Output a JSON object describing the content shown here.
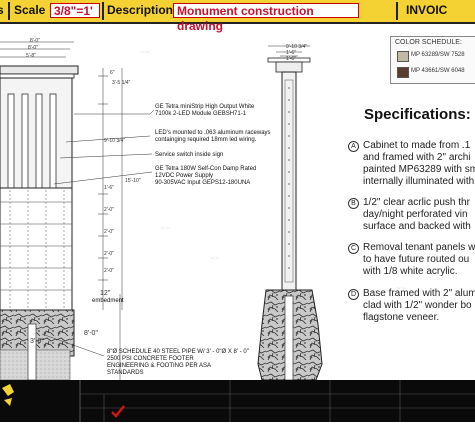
{
  "header": {
    "scale_label": "Scale",
    "scale_value": "3/8\"=1'",
    "description_label": "Description",
    "description_value": "Monument construction drawing",
    "invoice_label": "INVOIC"
  },
  "color_schedule": {
    "title": "COLOR SCHEDULE:",
    "items": [
      {
        "label": "MP 63289/SW 7528",
        "color": "#c2b8a6"
      },
      {
        "label": "MP 43661/SW 6048",
        "color": "#5a3d2e"
      }
    ]
  },
  "notes": {
    "led_module": "GE Tetra miniStrip High Output White",
    "led_module_2": "7100k 2-LED Module GEBSH71-1",
    "raceways": "LED's mounted to .063 aluminum raceways",
    "raceways_2": "containging required 18mm led wiring.",
    "service_switch": "Service switch inside sign",
    "power_supply": "GE Tetra 180W Self-Con Damp Rated",
    "power_supply_2": "12VDC Power Supply",
    "power_supply_3": "90-305VAC Input GEPS12-180UNA",
    "embedment": "embedment",
    "pipe": "8\"Ø SCHEDULE 40 STEEL PIPE W/ 3' - 0\"Ø X 8' - 0\"",
    "pipe_2": "2500 PSI CONCRETE FOOTER",
    "pipe_3": "ENGINEERING & FOOTING PER ASA",
    "pipe_4": "STANDARDS"
  },
  "dims": {
    "top1": "8'-0\"",
    "top2": "8'-0\"",
    "top3": "5'-8\"",
    "side_top": "6\"",
    "side_a": "3'-5 1/4\"",
    "side_b": "2'-0\"",
    "side_c": "2'-0\"",
    "side_d": "2'-0\"",
    "side_e": "2'-0\"",
    "overall": "15'-10\"",
    "emb": "12\"",
    "depth": "8'-0\"",
    "foot": "3'-0\"",
    "side_w1": "9'-10 3/4\"",
    "side_w2": "1'-6\"",
    "side_w3": "1'-6\""
  },
  "specs": {
    "title": "Specifications:",
    "items": [
      {
        "num": "A",
        "lines": [
          "Cabinet to made from .1",
          "and framed with 2\" archi",
          "painted MP63289 with sm",
          "internally illuminated with"
        ]
      },
      {
        "num": "B",
        "lines": [
          "1/2\" clear acrlic push thr",
          "day/night perforated vin",
          "surface and backed with"
        ]
      },
      {
        "num": "C",
        "lines": [
          "Removal tenant panels w",
          "to have future routed ou",
          "with 1/8 white acrylic."
        ]
      },
      {
        "num": "D",
        "lines": [
          "Base framed with 2\" alum",
          "clad with 1/2\" wonder bo",
          "flagstone veneer."
        ]
      }
    ]
  }
}
